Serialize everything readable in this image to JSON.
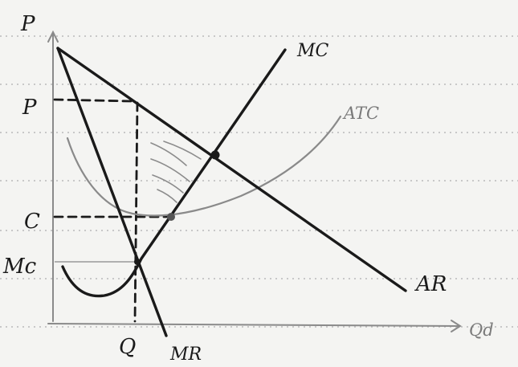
{
  "diagram": {
    "labels": {
      "y_axis": "P",
      "x_axis": "Qd",
      "price": "P",
      "cost": "C",
      "mc_level": "Mc",
      "quantity": "Q",
      "mc_curve": "MC",
      "atc_curve": "ATC",
      "ar_curve": "AR",
      "mr_curve": "MR"
    },
    "colors": {
      "ink": "#1a1a1a",
      "atc": "#8a8a8a",
      "ruled_lines": "#b9b9b9",
      "paper": "#f4f4f2"
    }
  }
}
